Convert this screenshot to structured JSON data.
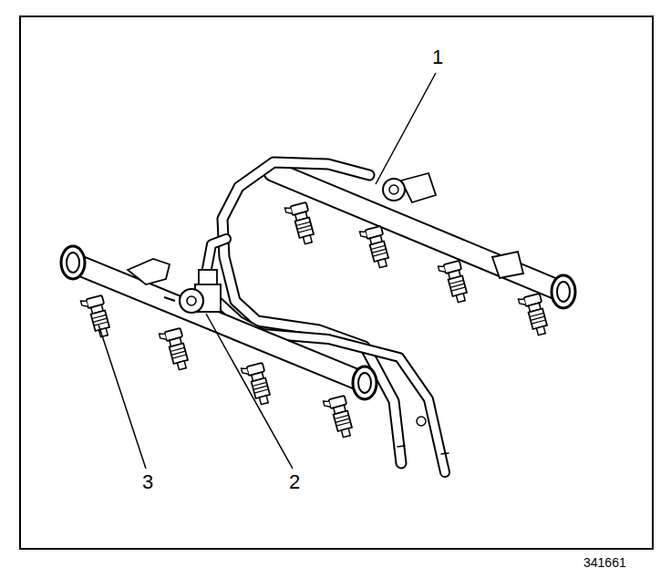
{
  "diagram": {
    "labels": [
      "1",
      "2",
      "3",
      "341661"
    ]
  }
}
